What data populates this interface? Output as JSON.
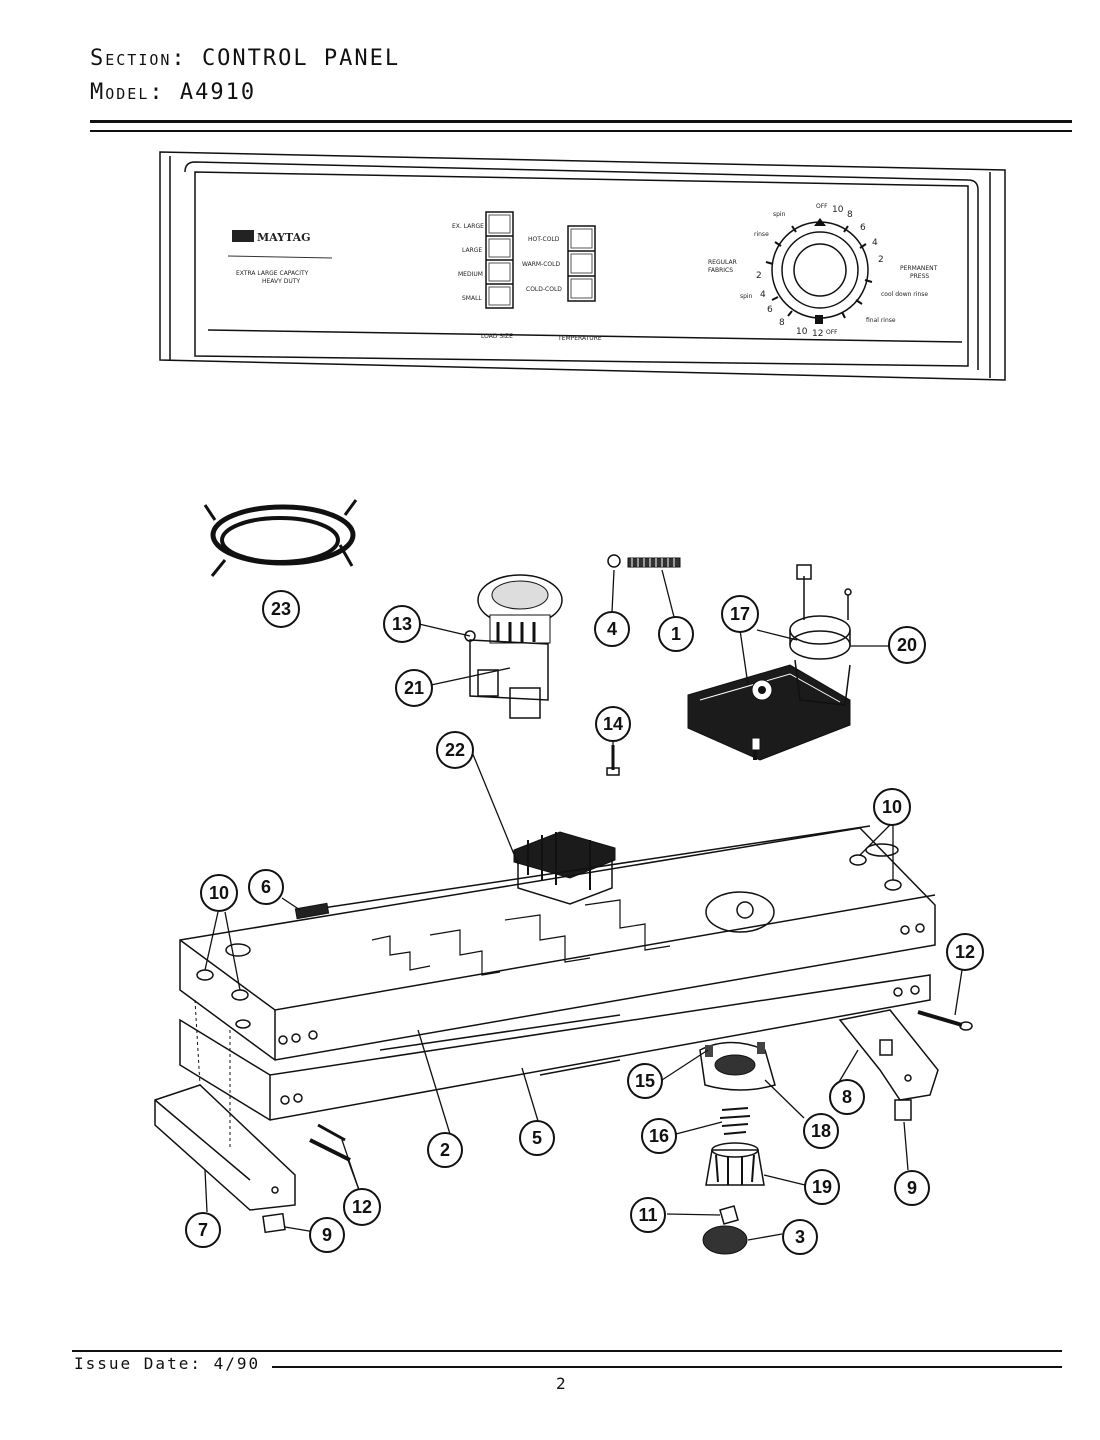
{
  "header": {
    "section_key": "Section:",
    "section_value": "CONTROL PANEL",
    "model_key": "Model:",
    "model_value": "A4910"
  },
  "panel": {
    "brand": "MAYTAG",
    "capacity_line1": "EXTRA LARGE CAPACITY",
    "capacity_line2": "HEAVY DUTY",
    "load_size": {
      "title": "LOAD SIZE",
      "options": [
        "EX. LARGE",
        "LARGE",
        "MEDIUM",
        "SMALL"
      ]
    },
    "temperature": {
      "title": "TEMPERATURE",
      "options": [
        "HOT-COLD",
        "WARM-COLD",
        "COLD-COLD"
      ]
    },
    "dial": {
      "left_label_1": "REGULAR",
      "left_label_2": "FABRICS",
      "right_label_1": "PERMANENT",
      "right_label_2": "PRESS",
      "numbers": {
        "top_off": "OFF",
        "n10": "10",
        "n8": "8",
        "n6": "6",
        "n4": "4",
        "n2": "2",
        "l2": "2",
        "l4": "4",
        "l6": "6",
        "l8": "8",
        "b10": "10",
        "b12": "12",
        "bottom_off": "OFF"
      },
      "small_labels": {
        "spin_top": "spin",
        "rinse": "rinse",
        "spin_left": "spin",
        "cool_down": "cool down rinse",
        "final_rinse": "final rinse"
      }
    }
  },
  "callouts": [
    {
      "id": "c1",
      "label": "1"
    },
    {
      "id": "c2",
      "label": "2"
    },
    {
      "id": "c3",
      "label": "3"
    },
    {
      "id": "c4",
      "label": "4"
    },
    {
      "id": "c5",
      "label": "5"
    },
    {
      "id": "c6",
      "label": "6"
    },
    {
      "id": "c7",
      "label": "7"
    },
    {
      "id": "c8",
      "label": "8"
    },
    {
      "id": "c9a",
      "label": "9"
    },
    {
      "id": "c9b",
      "label": "9"
    },
    {
      "id": "c10a",
      "label": "10"
    },
    {
      "id": "c10b",
      "label": "10"
    },
    {
      "id": "c11",
      "label": "11"
    },
    {
      "id": "c12a",
      "label": "12"
    },
    {
      "id": "c12b",
      "label": "12"
    },
    {
      "id": "c13",
      "label": "13"
    },
    {
      "id": "c14",
      "label": "14"
    },
    {
      "id": "c15",
      "label": "15"
    },
    {
      "id": "c16",
      "label": "16"
    },
    {
      "id": "c17",
      "label": "17"
    },
    {
      "id": "c18",
      "label": "18"
    },
    {
      "id": "c19",
      "label": "19"
    },
    {
      "id": "c20",
      "label": "20"
    },
    {
      "id": "c21",
      "label": "21"
    },
    {
      "id": "c22",
      "label": "22"
    },
    {
      "id": "c23",
      "label": "23"
    }
  ],
  "footer": {
    "issue_date": "Issue Date: 4/90",
    "page": "2"
  }
}
